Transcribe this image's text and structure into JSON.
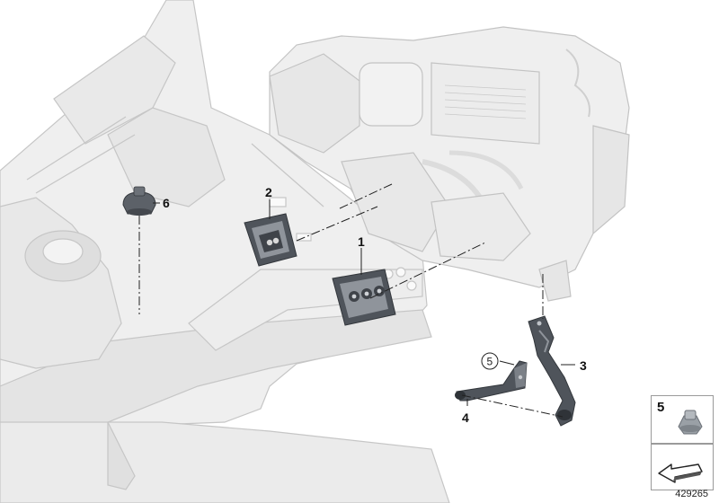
{
  "callouts": {
    "c1": "1",
    "c2": "2",
    "c3": "3",
    "c4": "4",
    "c5": "5",
    "c6": "6"
  },
  "legend": {
    "item_label": "5"
  },
  "drawing_number": "429265",
  "colors": {
    "body_fill": "#efefef",
    "body_stroke": "#c8c8c8",
    "part_dark": "#5a5f66",
    "part_mid": "#8c9199",
    "leader": "#222222"
  }
}
